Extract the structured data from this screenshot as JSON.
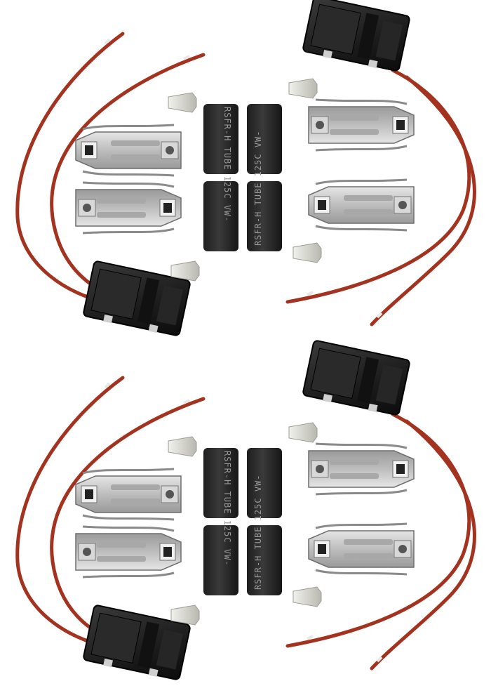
{
  "product_photo": {
    "kit_count": 2,
    "tube_print_1": "RSFR-H TUBE 125C VW-",
    "tube_print_2": "RSFR-H TUBE 125C VW-",
    "colors": {
      "background": "#ffffff",
      "wire": "#a3321f",
      "wire_highlight": "#c8563e",
      "block": "#1e1e1e",
      "metal": "#c9c9c9",
      "tube": "#2b2b2b",
      "cap": "#d8d8d2"
    }
  }
}
